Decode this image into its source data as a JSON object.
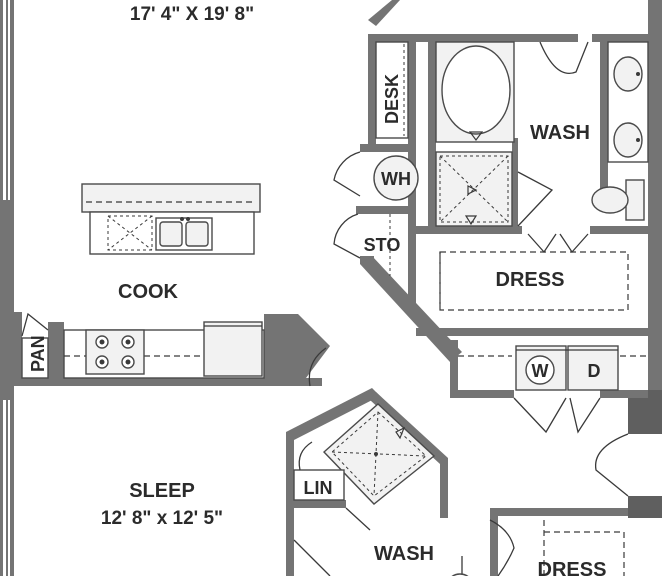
{
  "rooms": {
    "living_dimensions": "17' 4\" X 19' 8\"",
    "cook": "COOK",
    "pan": "PAN",
    "desk": "DESK",
    "water_heater": "WH",
    "storage": "STO",
    "master_wash": "WASH",
    "master_dress": "DRESS",
    "washer": "W",
    "dryer": "D",
    "sleep": "SLEEP",
    "sleep_dimensions": "12' 8\" x 12' 5\"",
    "linen": "LIN",
    "wash_2": "WASH",
    "dress_2": "DRESS"
  },
  "colors": {
    "wall": "#747474",
    "fixture": "#f2f2f2",
    "line": "#3a3a3a",
    "label": "#2b2b2b"
  }
}
